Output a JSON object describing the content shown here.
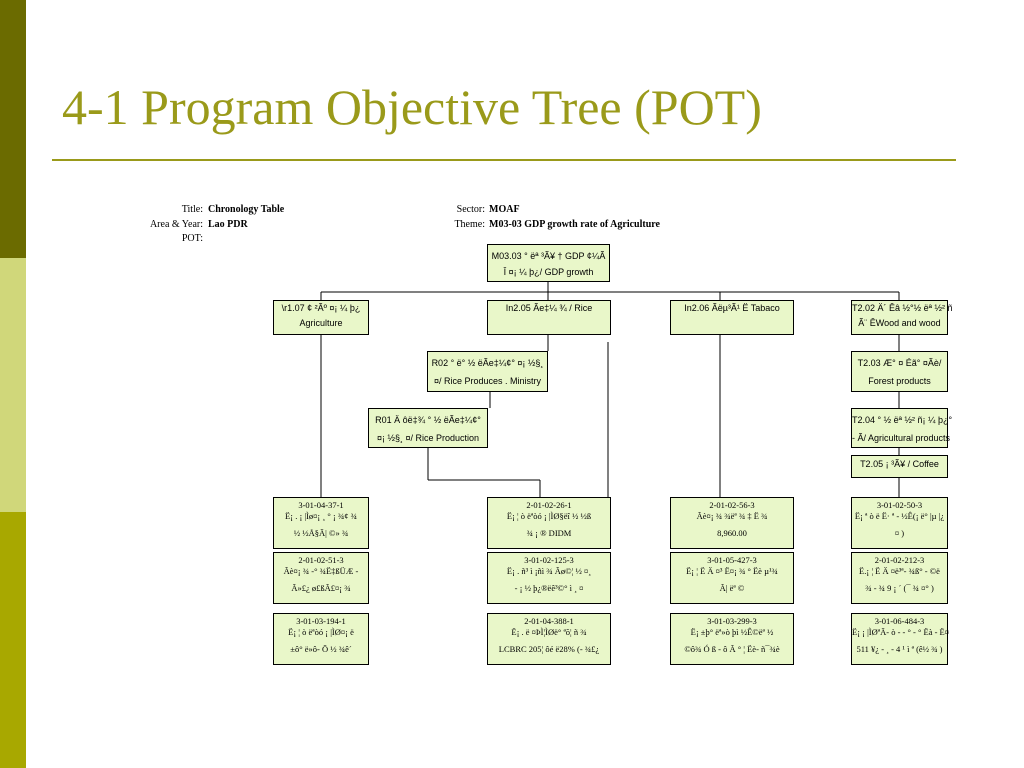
{
  "page": {
    "title": "4-1 Program Objective Tree (POT)"
  },
  "header": {
    "title_label": "Title:",
    "title_value": "Chronology Table",
    "area_label": "Area & Year:",
    "area_value": "Lao PDR",
    "pot_label": "POT:",
    "sector_label": "Sector:",
    "sector_value": "MOAF",
    "theme_label": "Theme:",
    "theme_value": "M03-03 GDP growth rate of Agriculture"
  },
  "tree": {
    "root": {
      "l1": "M03.03 ° ëª ³Ã¥ † GDP ¢¼Ã",
      "l2": "Î  ¤¡ ¼ þ¿/ GDP growth"
    },
    "n1": {
      "l1": "\\r1.07 ¢ ²Ãº   ¤¡ ¼ þ¿",
      "l2": "Agriculture"
    },
    "n2": {
      "l1": "In2.05 Ãe‡¼ ¾ / Rice"
    },
    "n3": {
      "l1": "In2.06 Ãëµ³Ã¹ Ë Tabaco"
    },
    "n4": {
      "l1": "T2.02 Ä´ Êâ ½°½ ëª ½² ñ",
      "l2": "Ã¨ ÊWood and wood"
    },
    "r02": {
      "l1": "R02 ° ë° ½ ëÃe‡¼¢° ¤¡ ½§¸",
      "l2": "¤/ Rice Produces . Ministry"
    },
    "r01": {
      "l1": "R01 Ä ôë‡¾ ° ½ ëÃe‡¼¢°",
      "l2": "¤¡ ½§¸ ¤/ Rice Production"
    },
    "t203": {
      "l1": "T2.03 Æ° ¤  Éã° ¤Ãè/",
      "l2": "Forest products"
    },
    "t204": {
      "l1": "T2.04 ° ½ ëª ½² ñ¡ ¼ þ¿°",
      "l2": "- Ã/ Agricultural products"
    },
    "t205": {
      "l1": "T2.05 ¡ ³Ã¥ / Coffee"
    },
    "c1": [
      {
        "code": "3-01-04-37-1",
        "l2": "Ë¡ . ¡ |Ìø¤¡ ¸ ° ¡ ¾¢ ¾",
        "l3": "½ ½Å§Ã| ©» ¾"
      },
      {
        "code": "2-01-02-51-3",
        "l2": "Ãè¤¡ ¾ -° ¾Ë‡ßÜÆ -",
        "l3": "Ã»£¿ ø£ßÃ£¤¡ ¾"
      },
      {
        "code": "3-01-03-194-1",
        "l2": "Ë¡ ¦ ò ëªòó ¡ |ÌØ¤¡ ë",
        "l3": "±ô° ë»ô- Õ ½ ¾ê´"
      }
    ],
    "c2": [
      {
        "code": "2-01-02-26-1",
        "l2": "Ë¡ ¦ ò ëªòó ¡ |ÌØ§ëî ½ ½ß",
        "l3": "¾ ¡ ® DIDM"
      },
      {
        "code": "3-01-02-125-3",
        "l2": "Ë¡ .  ñ³ ì ¡ñì ¾ Ãø©¦ ½ ¤¸",
        "l3": "- ¡ ½ þ¿®ëê³©° ì ¸ ¤"
      },
      {
        "code": "2-01-04-388-1",
        "l2": "Ë¡ .  ë ¤ÞÌ¦ÌØë° ªõ¦ ñ  ¾",
        "l3": "LCBRC 205¦ ôé ë28% (- ¾£¿"
      }
    ],
    "c3": [
      {
        "code": "2-01-02-56-3",
        "l2": "Ãè¤¡ ¾ ¾ëª ¾ ‡ Ë ¾",
        "l3": "8,960.00"
      },
      {
        "code": "3-01-05-427-3",
        "l2": "Ë¡ ¦ Ë  Ä ¤³ Ë¤¡ ¾ ° Ëè µ¹¾",
        "l3": "Ã| ëª ©"
      },
      {
        "code": "3-01-03-299-3",
        "l2": "Ë¡ ±þ° ëª»ò  þì ½Ê©ëª ½",
        "l3": "©ô¾ Ó ß - ô Ã ° ¦ Ëè- ñ¯¾è"
      }
    ],
    "c4": [
      {
        "code": "3-01-02-50-3",
        "l2": "Ë¡ ª ò ë Ë· ª - ½Ê(¡ ë° |µ |¿",
        "l3": "¤ )"
      },
      {
        "code": "2-01-02-212-3",
        "l2": "Ë.¡ ¦ Ë  Ä ¤ë³ª- ¾ß° - ©ë",
        "l3": "¾ - ¾  9 ¡ ´ (¯ ¾ ¤° )"
      },
      {
        "code": "3-01-06-484-3",
        "l2": "Ë¡ ¡ |ÌØªÃ- ò - - ° - ° Ëà - Ë¤",
        "l3": "511 ¥¿ - ¸ -  4 ¹ ì ª (ê½ ¾ )"
      }
    ]
  }
}
